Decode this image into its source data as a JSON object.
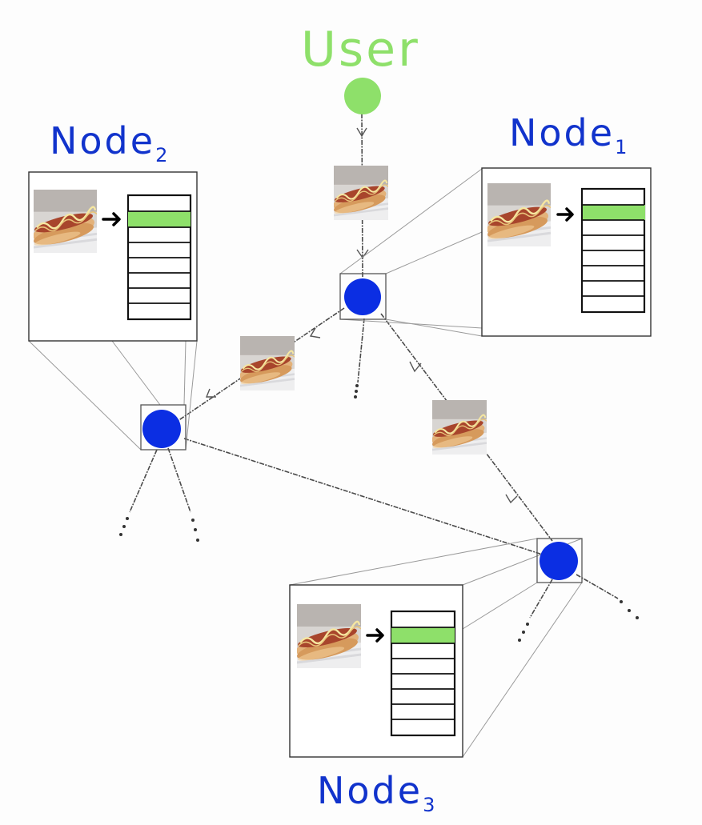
{
  "diagram": {
    "user_label": "User",
    "nodes": [
      {
        "id": "node1",
        "name": "Node",
        "subscript": "1"
      },
      {
        "id": "node2",
        "name": "Node",
        "subscript": "2"
      },
      {
        "id": "node3",
        "name": "Node",
        "subscript": "3"
      }
    ],
    "colors": {
      "user": "#8ee06a",
      "node": "#0b2ee3",
      "label": "#1133cc",
      "cache_hit": "#8ee06a"
    },
    "icons": [
      "hotdog-image",
      "arrow-right-icon",
      "cache-table",
      "ellipsis-trail"
    ]
  }
}
